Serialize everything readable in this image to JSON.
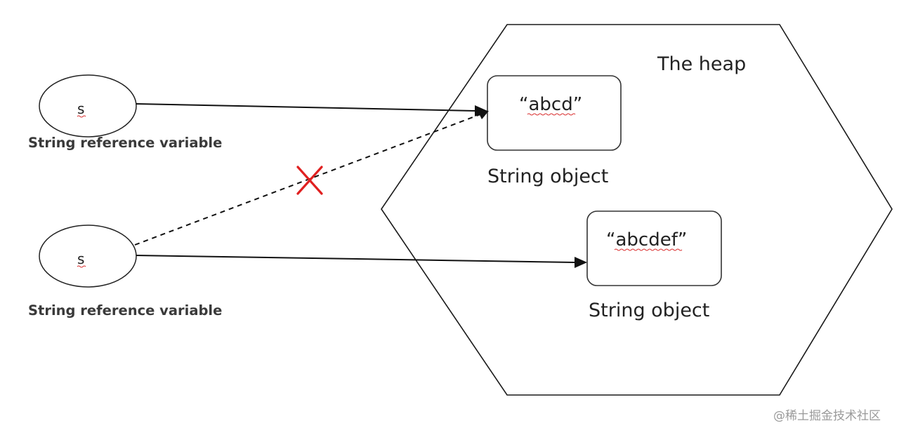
{
  "heap": {
    "label": "The heap"
  },
  "objects": [
    {
      "value": "“abcd”",
      "label": "String object"
    },
    {
      "value": "“abcdef”",
      "label": "String object"
    }
  ],
  "variables": [
    {
      "name": "s",
      "caption": "String reference variable"
    },
    {
      "name": "s",
      "caption": "String reference variable"
    }
  ],
  "watermark": "@稀土掘金技术社区",
  "colors": {
    "cross": "#e02020",
    "line": "#111111"
  }
}
